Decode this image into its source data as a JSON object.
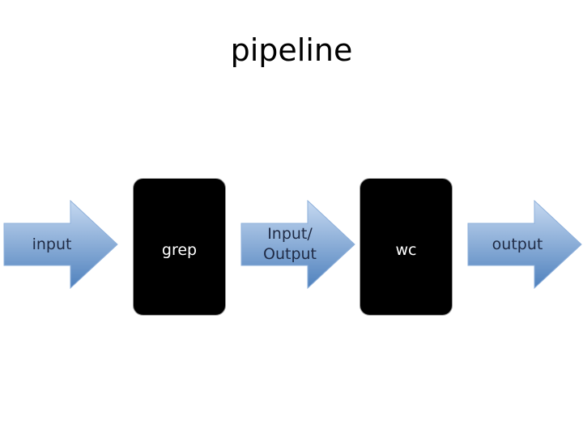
{
  "title": "pipeline",
  "colors": {
    "arrow_light": "#c6d9f1",
    "arrow_dark": "#4f81bd",
    "arrow_stroke": "#8eb0db",
    "box_fill": "#000000",
    "box_stroke": "#9a9a9a",
    "text_dark": "#1f2a44",
    "text_light": "#ffffff"
  },
  "nodes": [
    {
      "kind": "arrow",
      "label": "input"
    },
    {
      "kind": "box",
      "label": "grep"
    },
    {
      "kind": "arrow",
      "label": "Input/\nOutput"
    },
    {
      "kind": "box",
      "label": "wc"
    },
    {
      "kind": "arrow",
      "label": "output"
    }
  ]
}
